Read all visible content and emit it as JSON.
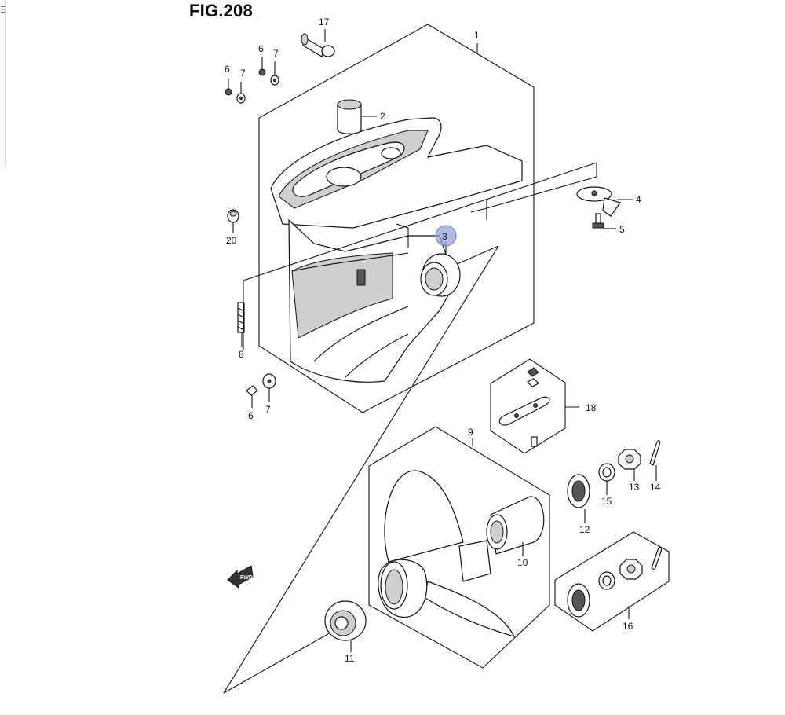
{
  "figure": {
    "title": "FIG.208"
  },
  "sidebar": {
    "icon": "list-menu-icon"
  },
  "highlight": {
    "label": "3",
    "color": "#8ea0dc"
  },
  "callouts": {
    "c1": "1",
    "c2": "2",
    "c3": "3",
    "c4": "4",
    "c5": "5",
    "c6a": "6",
    "c6b": "6",
    "c6c": "6",
    "c7a": "7",
    "c7b": "7",
    "c7c": "7",
    "c8": "8",
    "c9": "9",
    "c10": "10",
    "c11": "11",
    "c12": "12",
    "c13": "13",
    "c14": "14",
    "c15": "15",
    "c16": "16",
    "c17": "17",
    "c18": "18",
    "c20": "20"
  },
  "direction_badge": {
    "text": "FWD"
  }
}
